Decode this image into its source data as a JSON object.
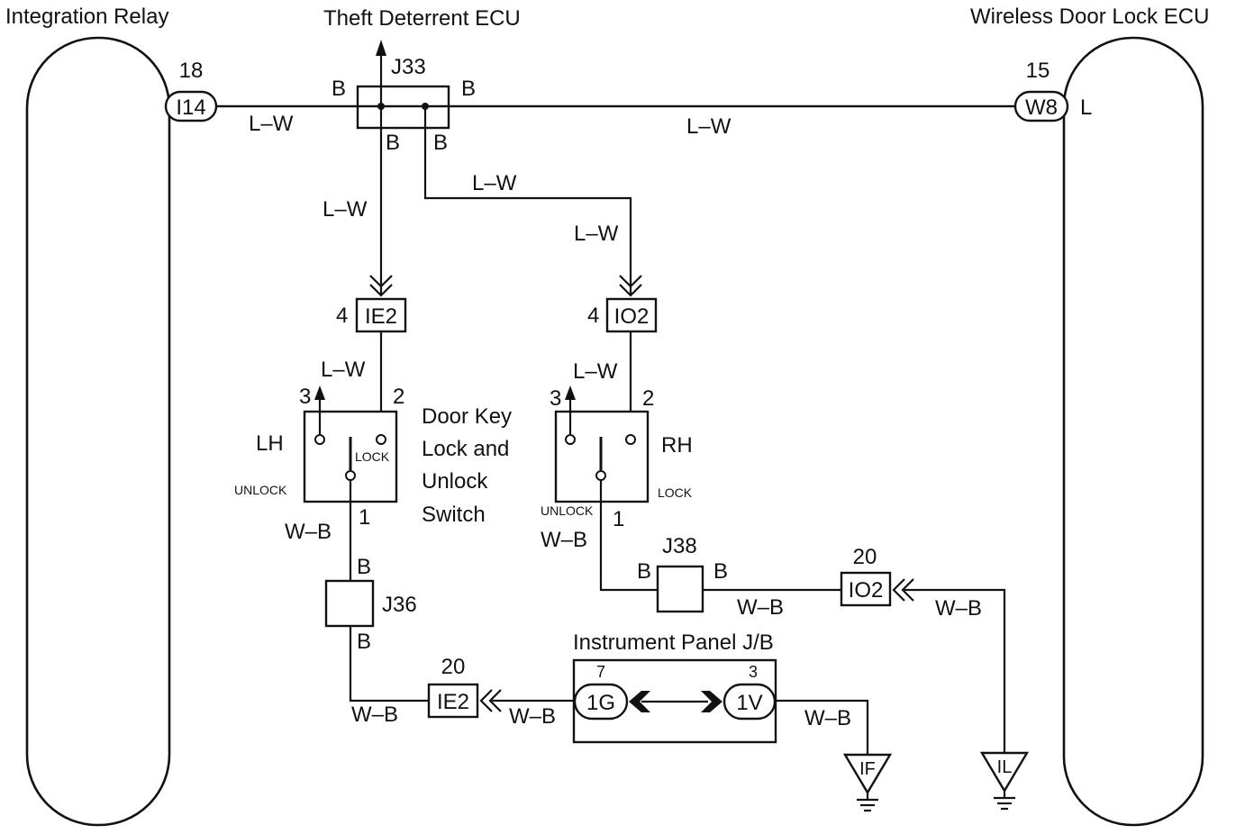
{
  "components": {
    "integration_relay": "Integration Relay",
    "theft_ecu": "Theft Deterrent ECU",
    "wireless_ecu": "Wireless Door Lock ECU",
    "instrument_panel": "Instrument Panel J/B",
    "switch_desc_1": "Door Key",
    "switch_desc_2": "Lock and",
    "switch_desc_3": "Unlock",
    "switch_desc_4": "Switch",
    "lh": "LH",
    "rh": "RH"
  },
  "connectors": {
    "i14": "I14",
    "i14_pin": "18",
    "w8": "W8",
    "w8_pin": "15",
    "w8_l": "L",
    "ie2_top": "IE2",
    "ie2_top_pin": "4",
    "io2_top": "IO2",
    "io2_top_pin": "4",
    "io2_bottom": "IO2",
    "io2_bottom_pin": "20",
    "ie2_bottom": "IE2",
    "ie2_bottom_pin": "20",
    "g1": "1G",
    "g1_pin": "7",
    "v1": "1V",
    "v1_pin": "3"
  },
  "junctions": {
    "j33": "J33",
    "j36": "J36",
    "j38": "J38",
    "b": "B"
  },
  "wires": {
    "lw": "L–W",
    "wb": "W–B"
  },
  "switch_labels": {
    "pin3": "3",
    "pin2": "2",
    "pin1": "1",
    "lock": "LOCK",
    "unlock": "UNLOCK"
  },
  "grounds": {
    "if": "IF",
    "il": "IL"
  }
}
